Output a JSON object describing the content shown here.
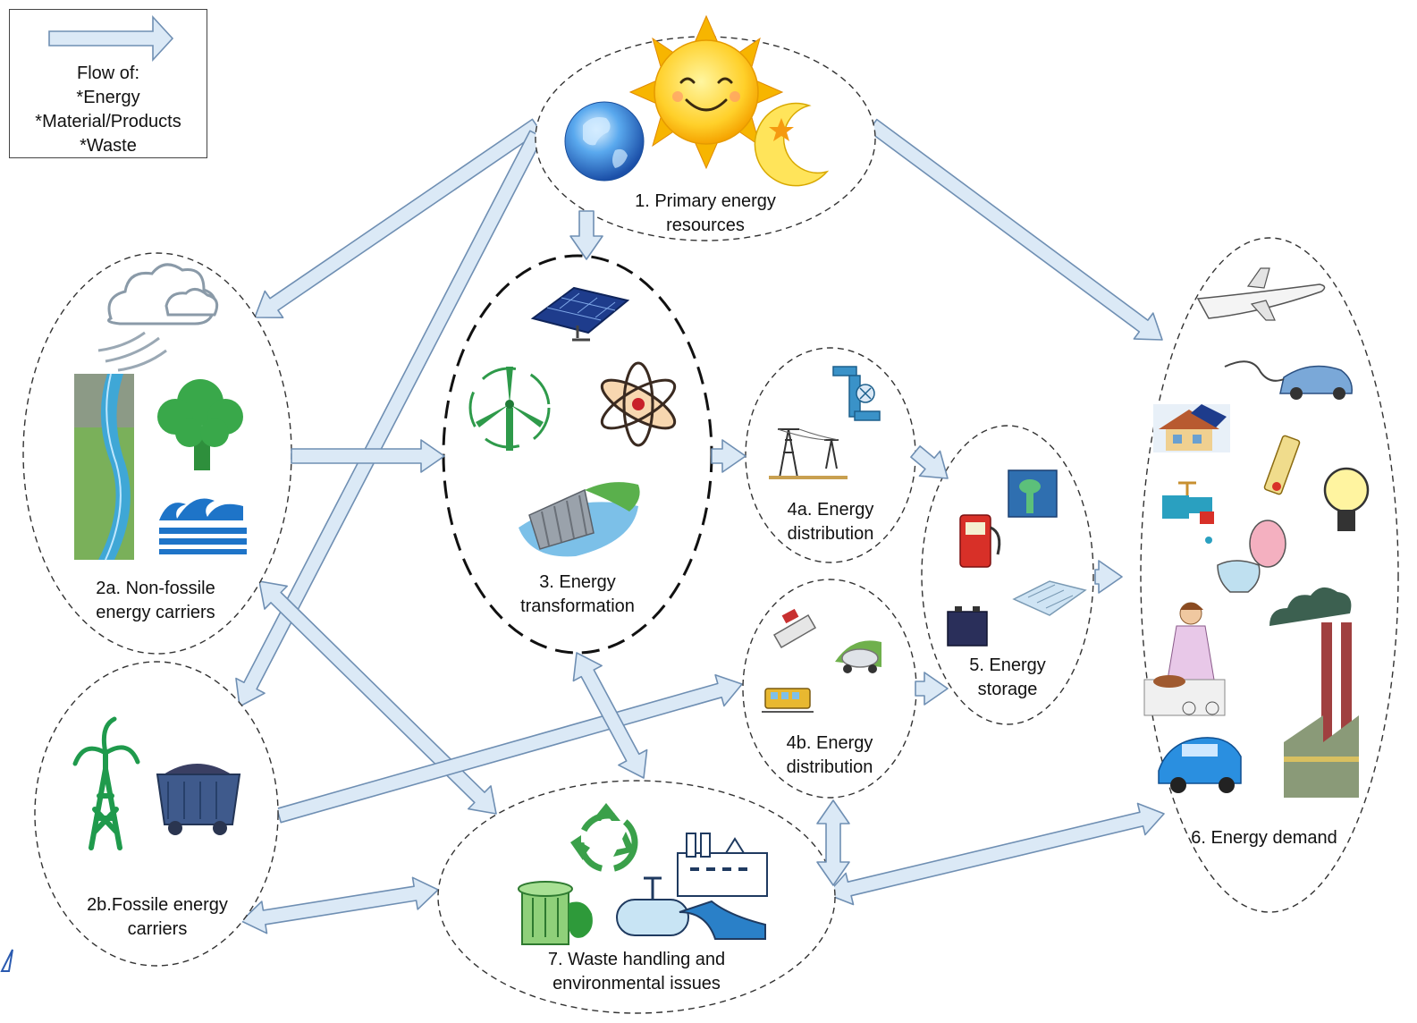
{
  "legend": {
    "title": "Flow of:",
    "items": [
      "*Energy",
      "*Material/Products",
      "*Waste"
    ]
  },
  "nodes": {
    "primary": "1. Primary energy resources",
    "primary_l1": "1. Primary energy",
    "primary_l2": "resources",
    "nonfossil_l1": "2a. Non-fossile",
    "nonfossil_l2": "energy carriers",
    "fossil_l1": "2b.Fossile energy",
    "fossil_l2": "carriers",
    "transform_l1": "3. Energy",
    "transform_l2": "transformation",
    "dist4a_l1": "4a. Energy",
    "dist4a_l2": "distribution",
    "dist4b_l1": "4b. Energy",
    "dist4b_l2": "distribution",
    "storage_l1": "5. Energy",
    "storage_l2": "storage",
    "demand": "6. Energy demand",
    "waste_l1": "7. Waste handling and",
    "waste_l2": "environmental issues"
  },
  "colors": {
    "arrow_fill": "#dbe9f6",
    "arrow_stroke": "#6f8fb3",
    "ellipse_stroke": "#333333",
    "accent_green": "#2e9a4a",
    "accent_blue": "#2f7fd1"
  }
}
